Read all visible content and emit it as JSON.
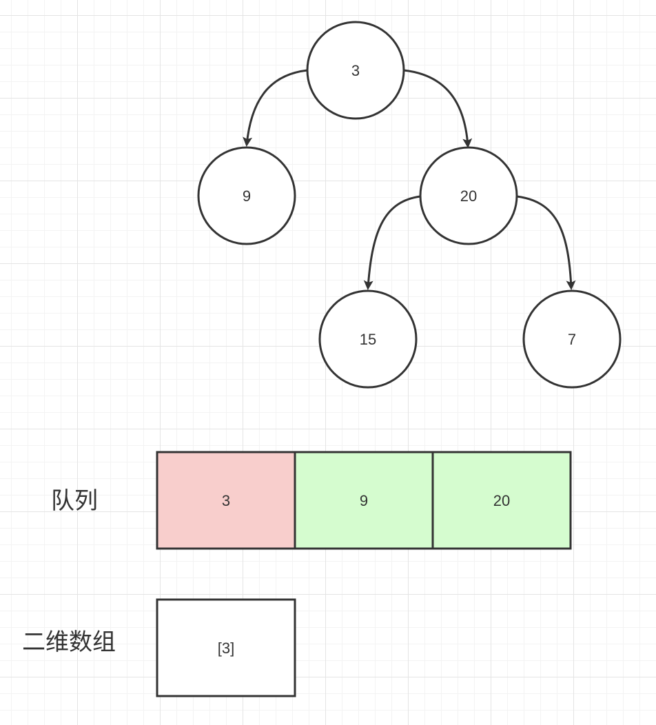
{
  "tree": {
    "nodes": [
      {
        "id": "n3",
        "label": "3"
      },
      {
        "id": "n9",
        "label": "9"
      },
      {
        "id": "n20",
        "label": "20"
      },
      {
        "id": "n15",
        "label": "15"
      },
      {
        "id": "n7",
        "label": "7"
      }
    ],
    "edges": [
      {
        "from": "n3",
        "to": "n9"
      },
      {
        "from": "n3",
        "to": "n20"
      },
      {
        "from": "n20",
        "to": "n15"
      },
      {
        "from": "n20",
        "to": "n7"
      }
    ]
  },
  "queue": {
    "label": "队列",
    "cells": [
      {
        "value": "3",
        "state": "dequeued",
        "color": "#f8cecc"
      },
      {
        "value": "9",
        "state": "enqueued",
        "color": "#d5fccf"
      },
      {
        "value": "20",
        "state": "enqueued",
        "color": "#d5fccf"
      }
    ]
  },
  "result": {
    "label": "二维数组",
    "cells": [
      {
        "value": "[3]",
        "color": "#ffffff"
      }
    ]
  },
  "colors": {
    "stroke": "#333333",
    "text": "#333333"
  }
}
